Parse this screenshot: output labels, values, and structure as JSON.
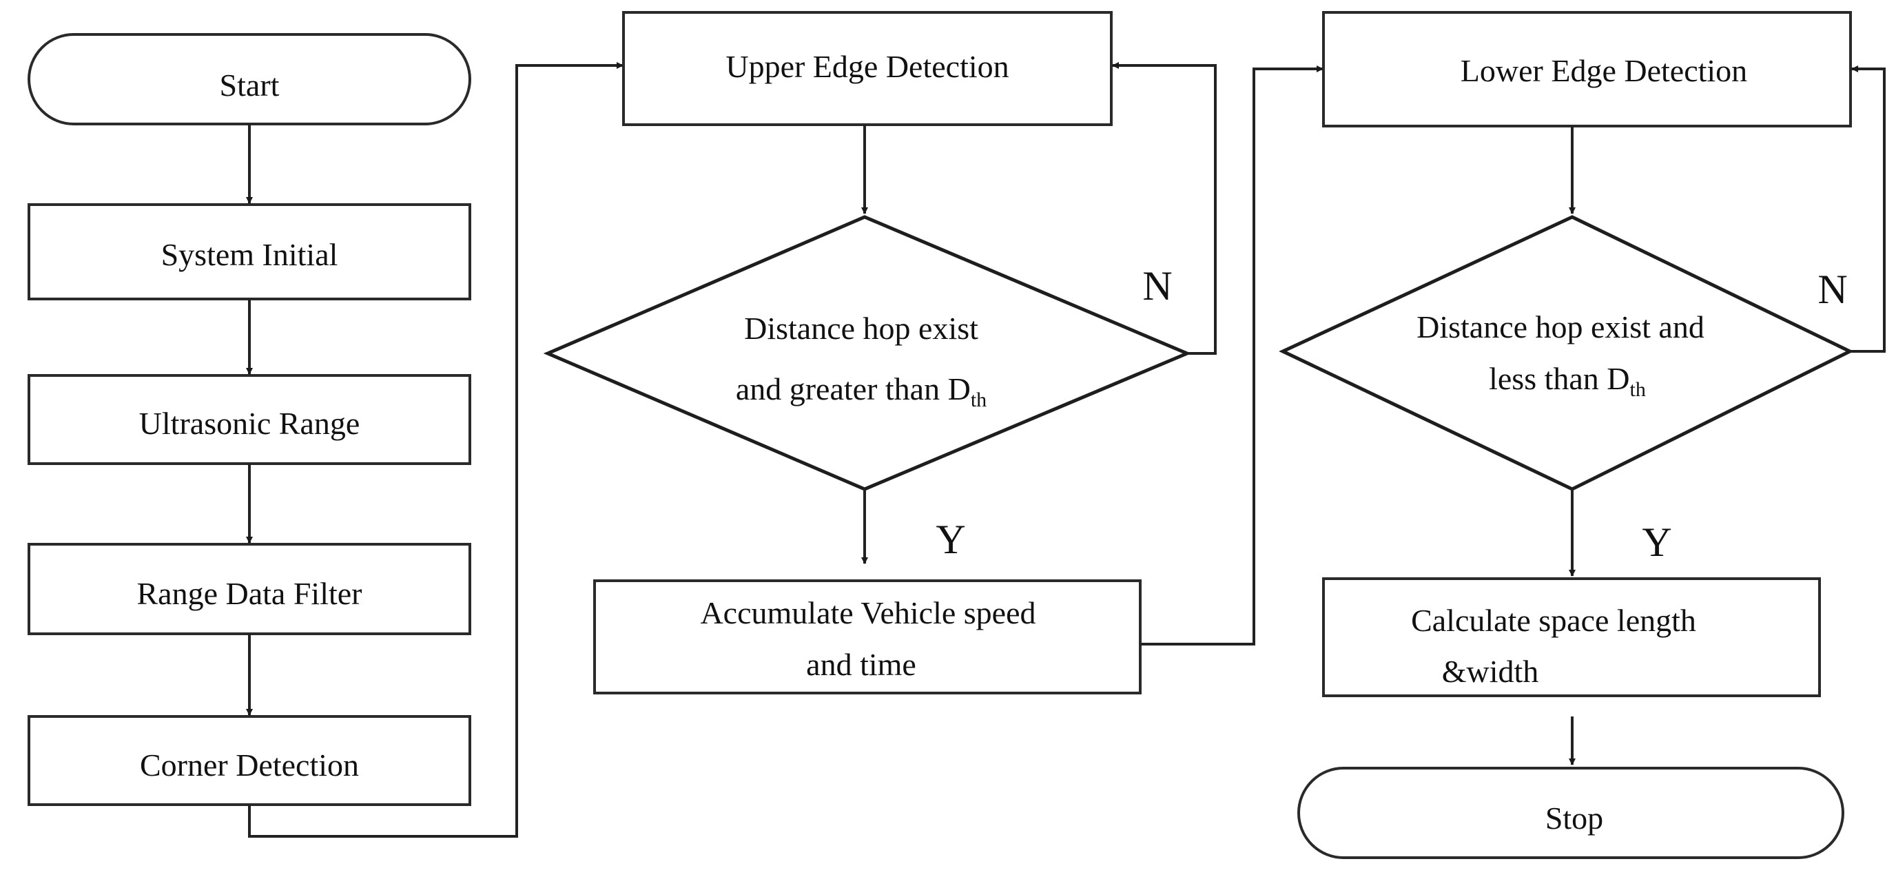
{
  "flowchart": {
    "start": "Start",
    "system_initial": "System Initial",
    "ultrasonic_range": "Ultrasonic Range",
    "range_data_filter": "Range Data Filter",
    "corner_detection": "Corner Detection",
    "upper_edge_detection": "Upper Edge Detection",
    "decision_upper": {
      "line1": "Distance hop exist",
      "line2": "and greater than D",
      "subscript": "th"
    },
    "accumulate": {
      "line1": "Accumulate Vehicle speed",
      "line2": "and time"
    },
    "lower_edge_detection": "Lower Edge Detection",
    "decision_lower": {
      "line1": "Distance hop exist and",
      "line2": "less than D",
      "subscript": "th"
    },
    "calculate": {
      "line1": "Calculate space length",
      "line2": "&width"
    },
    "stop": "Stop",
    "labels": {
      "no": "N",
      "yes": "Y"
    }
  }
}
